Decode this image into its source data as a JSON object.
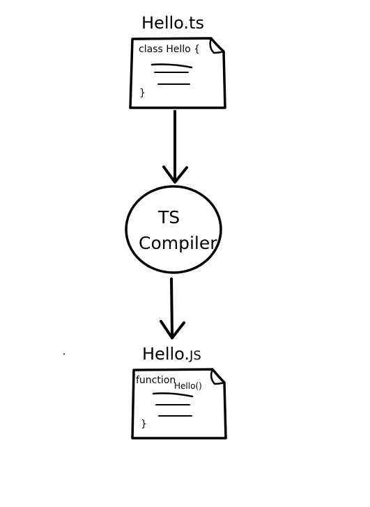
{
  "source_file": {
    "title": "Hello.ts",
    "code_line_1": "class Hello {",
    "code_close": "}"
  },
  "compiler": {
    "line_1": "TS",
    "line_2": "Compiler"
  },
  "output_file": {
    "title_base": "Hello.",
    "title_ext": "JS",
    "code_line_1a": "function",
    "code_line_1b": "Hello()",
    "code_close": "}"
  }
}
